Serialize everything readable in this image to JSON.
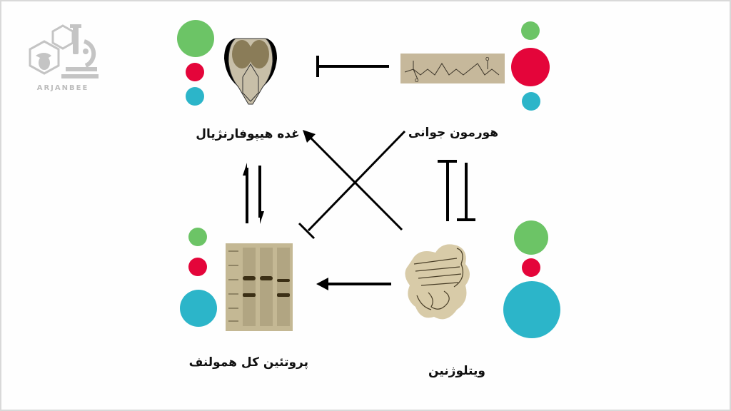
{
  "watermark": {
    "text": "ARJANBEE",
    "icon": "hexagon-bee-microscope-logo",
    "color": "#bdbdbd"
  },
  "colors": {
    "green": "#6cc466",
    "red": "#e4053a",
    "cyan": "#2cb5c9",
    "image_tan": "#c6b89b",
    "arrow": "#000000"
  },
  "nodes": {
    "hypopharyngeal_gland": {
      "label": "غده هیپوفارنژیال",
      "icon": "bee-head-icon",
      "circles": [
        {
          "color": "green",
          "size": "large"
        },
        {
          "color": "red",
          "size": "small"
        },
        {
          "color": "cyan",
          "size": "small"
        }
      ]
    },
    "juvenile_hormone": {
      "label": "هورمون جوانی",
      "icon": "chemical-structure-icon",
      "circles": [
        {
          "color": "green",
          "size": "small"
        },
        {
          "color": "red",
          "size": "large"
        },
        {
          "color": "cyan",
          "size": "small"
        }
      ]
    },
    "hemolymph_protein": {
      "label": "پروتئین کل همولنف",
      "icon": "protein-gel-icon",
      "circles": [
        {
          "color": "green",
          "size": "small"
        },
        {
          "color": "red",
          "size": "small"
        },
        {
          "color": "cyan",
          "size": "large"
        }
      ]
    },
    "vitellogenin": {
      "label": "ویتلوژنین",
      "icon": "protein-structure-icon",
      "circles": [
        {
          "color": "green",
          "size": "medium"
        },
        {
          "color": "red",
          "size": "small"
        },
        {
          "color": "cyan",
          "size": "large"
        }
      ]
    }
  },
  "relations": [
    {
      "from": "juvenile_hormone",
      "to": "hypopharyngeal_gland",
      "type": "inhibits"
    },
    {
      "from": "vitellogenin",
      "to": "hemolymph_protein",
      "type": "activates"
    },
    {
      "from": "vitellogenin",
      "to": "hypopharyngeal_gland",
      "type": "activates"
    },
    {
      "from": "juvenile_hormone",
      "to": "hemolymph_protein",
      "type": "inhibits"
    },
    {
      "from": "hemolymph_protein",
      "to": "hypopharyngeal_gland",
      "type": "activates-bidirectional"
    },
    {
      "from": "juvenile_hormone",
      "to": "vitellogenin",
      "type": "mutual-inhibition"
    }
  ]
}
